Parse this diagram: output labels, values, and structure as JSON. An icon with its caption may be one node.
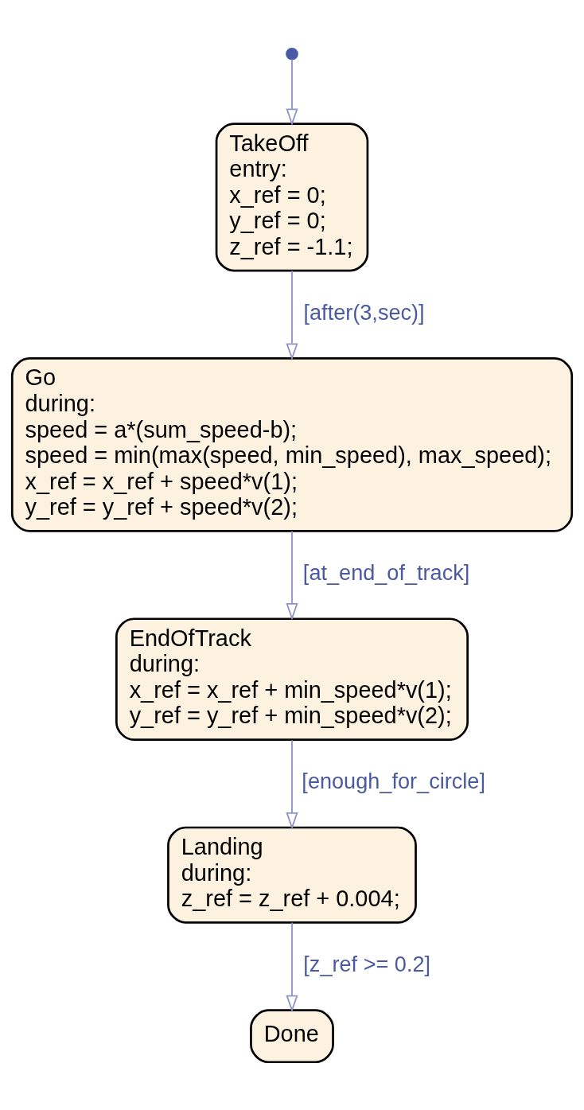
{
  "diagram": {
    "nodes": [
      {
        "text": [],
        "shape": "circle"
      },
      {
        "text": [
          "TakeOff",
          "entry:",
          "x_ref = 0;",
          "y_ref = 0;",
          "z_ref = -1.1;"
        ]
      },
      {
        "text": [
          "Go",
          "during:",
          "speed = a*(sum_speed-b);",
          "speed = min(max(speed, min_speed), max_speed);",
          "x_ref = x_ref + speed*v(1);",
          "y_ref = y_ref + speed*v(2);"
        ]
      },
      {
        "text": [
          "EndOfTrack",
          "during:",
          "x_ref = x_ref + min_speed*v(1);",
          "y_ref = y_ref + min_speed*v(2);"
        ]
      },
      {
        "text": [
          "Landing",
          "during:",
          "z_ref = z_ref + 0.004;"
        ]
      },
      {
        "text": [
          "Done"
        ]
      }
    ],
    "edges": [
      {
        "from": 0,
        "to": 1,
        "arrow": "to"
      },
      {
        "from": 1,
        "to": 2,
        "arrow": "to",
        "label": "[after(3,sec)]"
      },
      {
        "from": 2,
        "to": 3,
        "arrow": "to",
        "label": "[at_end_of_track]"
      },
      {
        "from": 3,
        "to": 4,
        "arrow": "to",
        "label": "[enough_for_circle]"
      },
      {
        "from": 4,
        "to": 5,
        "arrow": "to",
        "label": "[z_ref >= 0.2]"
      }
    ]
  }
}
